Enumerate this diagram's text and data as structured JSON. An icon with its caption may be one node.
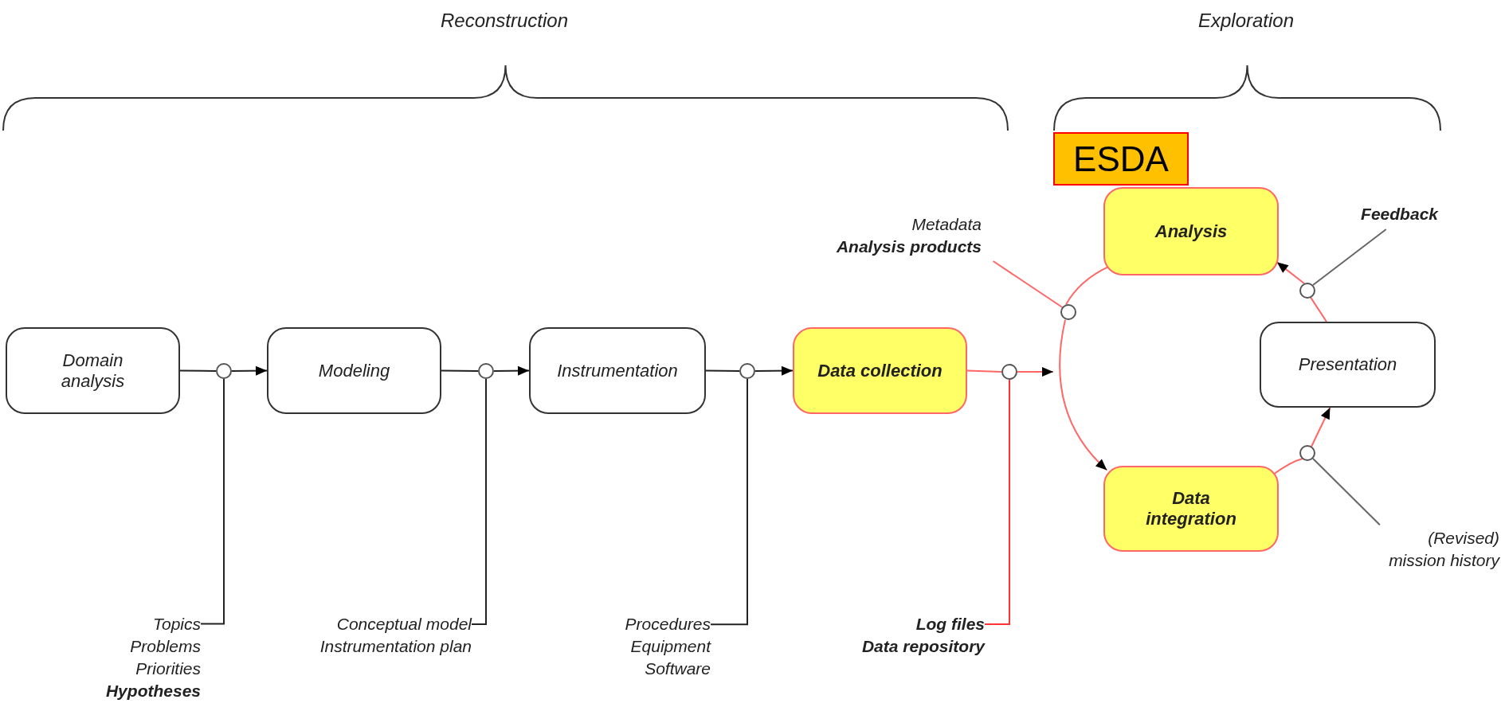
{
  "diagram": {
    "nodes": [
      {
        "text": [
          "Domain analysis"
        ]
      },
      {
        "text": [
          "Modeling"
        ]
      },
      {
        "text": [
          "Instrumentation"
        ]
      },
      {
        "text": [
          "Data collection"
        ]
      },
      {
        "text": [
          "ESDA"
        ]
      },
      {
        "text": [
          "Analysis"
        ]
      },
      {
        "text": [
          "Presentation"
        ]
      },
      {
        "text": [
          "Data integration"
        ]
      },
      {
        "text": [],
        "shape": "circle"
      },
      {
        "text": [],
        "shape": "circle"
      },
      {
        "text": [],
        "shape": "circle"
      },
      {
        "text": [],
        "shape": "circle"
      },
      {
        "text": [],
        "shape": "circle"
      },
      {
        "text": [],
        "shape": "circle"
      },
      {
        "text": [],
        "shape": "circle"
      },
      {
        "text": [
          "Topics",
          "Problems",
          "Priorities",
          "Hypotheses"
        ]
      },
      {
        "text": [
          "Conceptual model",
          "Instrumentation plan"
        ]
      },
      {
        "text": [
          "Procedures",
          "Equipment",
          "Software"
        ]
      },
      {
        "text": [
          "Log files",
          "Data repository"
        ]
      },
      {
        "text": [
          "Metadata",
          "Analysis products"
        ]
      },
      {
        "text": [
          "Feedback"
        ]
      },
      {
        "text": [
          "(Revised) mission history"
        ]
      }
    ],
    "edges": [
      {
        "from": 0,
        "to": 8,
        "arrow": "none"
      },
      {
        "from": 8,
        "to": 1,
        "arrow": "to"
      },
      {
        "from": 1,
        "to": 9,
        "arrow": "none"
      },
      {
        "from": 9,
        "to": 2,
        "arrow": "to"
      },
      {
        "from": 2,
        "to": 10,
        "arrow": "none"
      },
      {
        "from": 10,
        "to": 3,
        "arrow": "to"
      },
      {
        "from": 3,
        "to": 11,
        "arrow": "none",
        "color": "#ff6666"
      },
      {
        "from": 11,
        "to": null,
        "arrow": "to",
        "color": "#ff6666"
      },
      {
        "from": 5,
        "to": 12,
        "arrow": "none",
        "color": "#ff6666"
      },
      {
        "from": 12,
        "to": 7,
        "arrow": "to",
        "color": "#ff6666"
      },
      {
        "from": 7,
        "to": 14,
        "arrow": "none",
        "color": "#ff6666"
      },
      {
        "from": 14,
        "to": 6,
        "arrow": "to",
        "color": "#ff6666"
      },
      {
        "from": 6,
        "to": 13,
        "arrow": "none",
        "color": "#ff6666"
      },
      {
        "from": 13,
        "to": 5,
        "arrow": "to",
        "color": "#ff6666"
      },
      {
        "from": 15,
        "to": 8,
        "arrow": "none"
      },
      {
        "from": 16,
        "to": 9,
        "arrow": "none"
      },
      {
        "from": 17,
        "to": 10,
        "arrow": "none"
      },
      {
        "from": 18,
        "to": 11,
        "arrow": "none",
        "color": "#ff3333"
      },
      {
        "from": 19,
        "to": 12,
        "arrow": "none",
        "color": "#ff6666"
      },
      {
        "from": 20,
        "to": 13,
        "arrow": "none",
        "color": "#666666"
      },
      {
        "from": 21,
        "to": 14,
        "arrow": "none",
        "color": "#666666"
      }
    ],
    "labels": [
      "Reconstruction",
      "Exploration"
    ]
  }
}
